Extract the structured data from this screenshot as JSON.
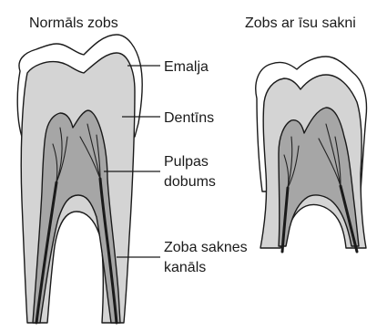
{
  "titles": {
    "normal": "Normāls zobs",
    "short_root": "Zobs ar īsu sakni"
  },
  "labels": {
    "enamel": "Emalja",
    "dentin": "Dentīns",
    "pulp_line1": "Pulpas",
    "pulp_line2": "dobums",
    "canal_line1": "Zoba saknes",
    "canal_line2": "kanāls"
  },
  "colors": {
    "enamel": "#ffffff",
    "dentin": "#d4d4d4",
    "pulp": "#a6a6a6",
    "outline": "#1a1a1a"
  }
}
